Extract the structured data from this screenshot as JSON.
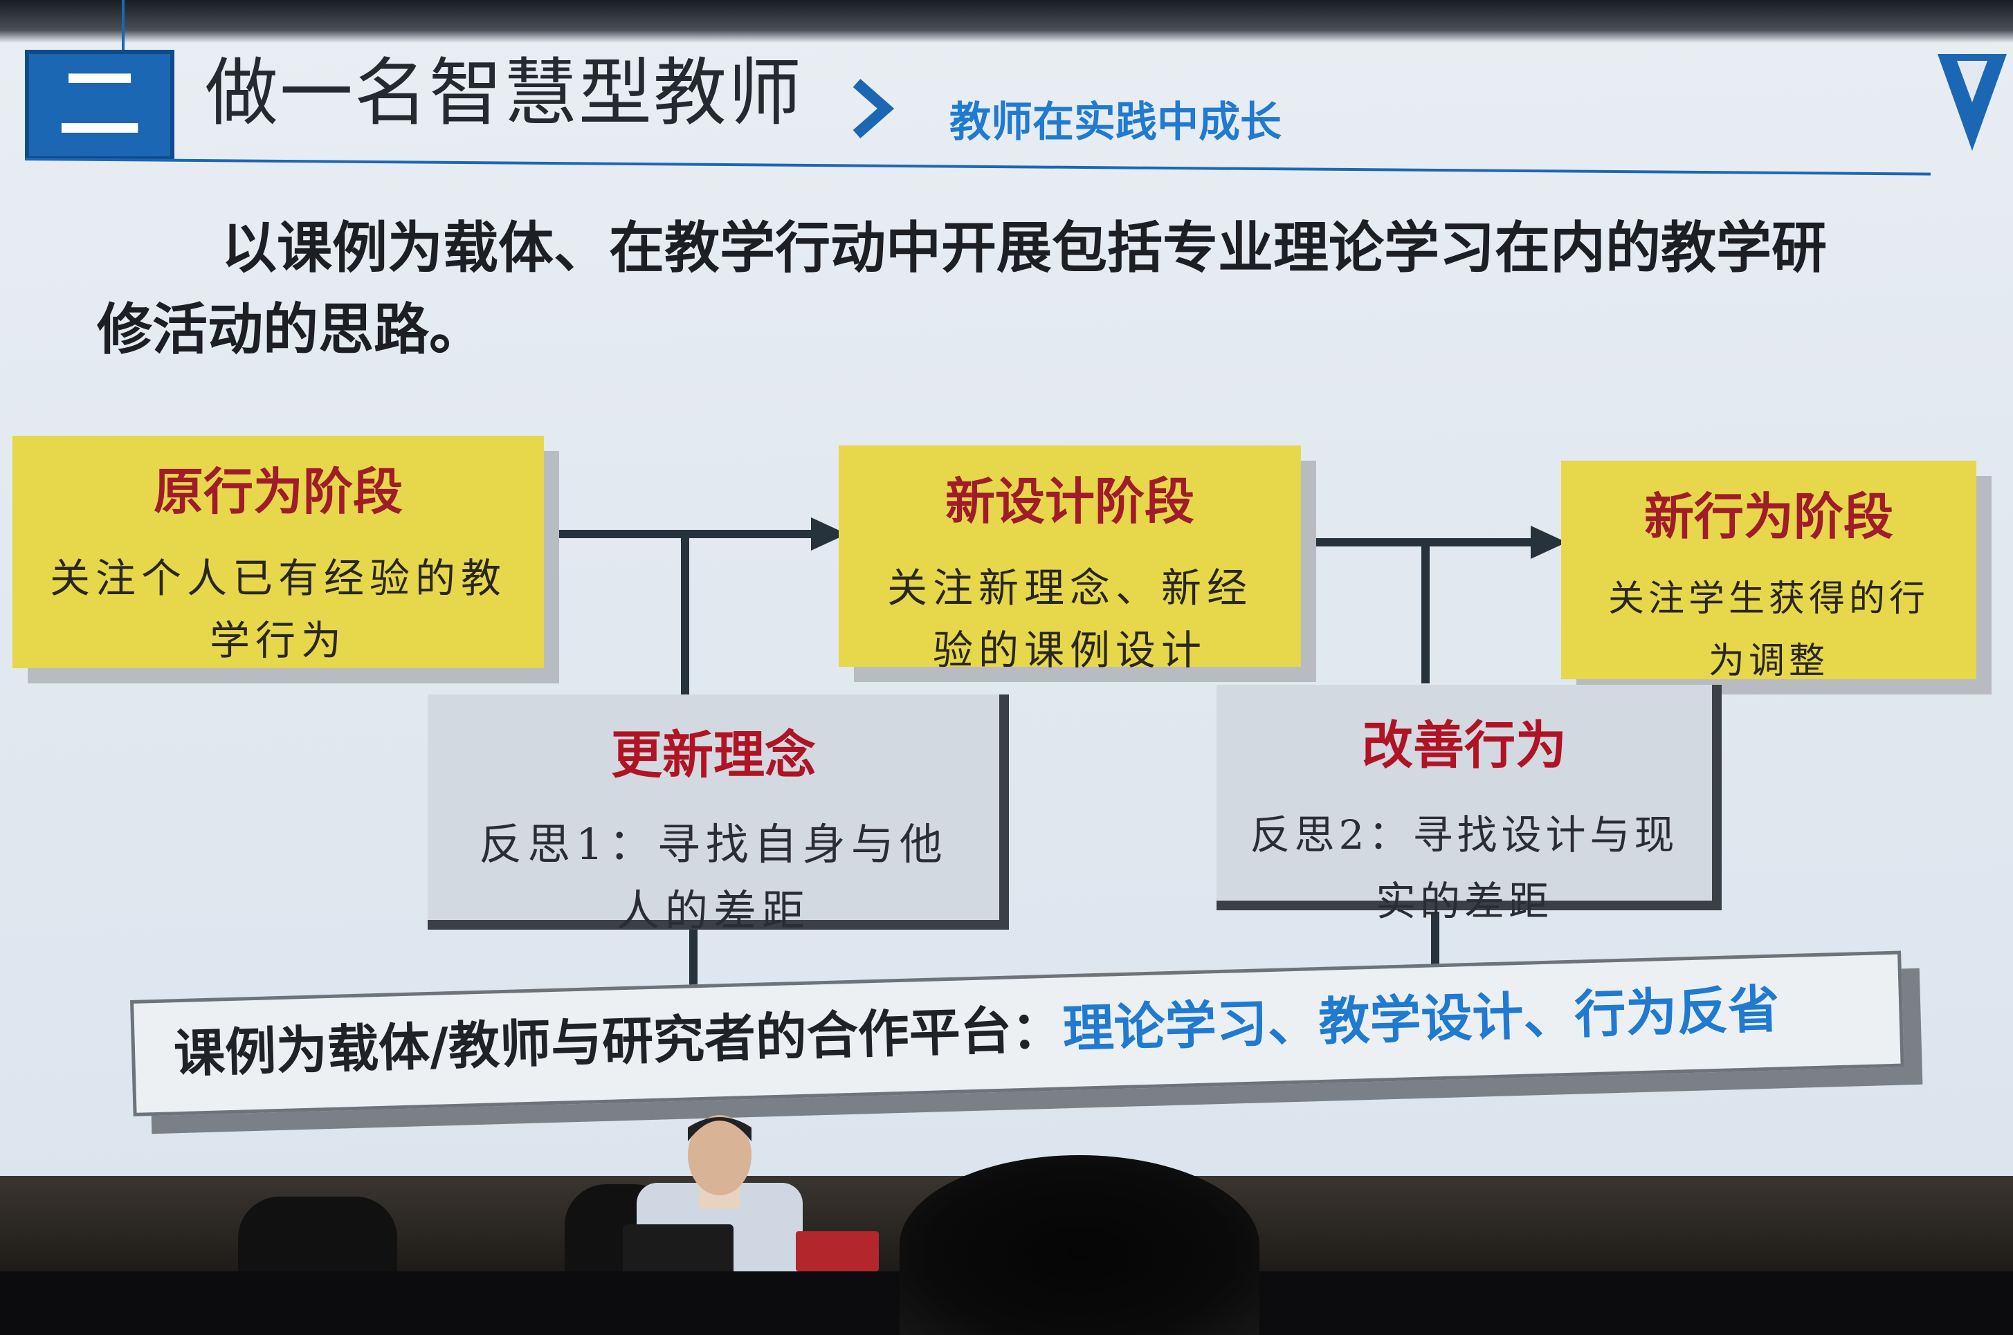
{
  "slide": {
    "section_number": "二",
    "title": "做一名智慧型教师",
    "subtitle": "教师在实践中成长",
    "intro": "以课例为载体、在教学行动中开展包括专业理论学习在内的教学研修活动的思路。"
  },
  "stages": [
    {
      "title": "原行为阶段",
      "desc": "关注个人已有经验的教学行为"
    },
    {
      "title": "新设计阶段",
      "desc": "关注新理念、新经验的课例设计"
    },
    {
      "title": "新行为阶段",
      "desc": "关注学生获得的行为调整"
    }
  ],
  "reflections": [
    {
      "title": "更新理念",
      "desc": "反思1：寻找自身与他人的差距"
    },
    {
      "title": "改善行为",
      "desc": "反思2：寻找设计与现实的差距"
    }
  ],
  "platform": {
    "label": "课例为载体/教师与研究者的合作平台：",
    "items": "理论学习、教学设计、行为反省"
  },
  "colors": {
    "brand_blue": "#1b67b3",
    "subtitle_blue": "#1f7ad0",
    "stage_yellow": "#e6d84a",
    "stage_title_red": "#a01c2a",
    "reflect_title_red": "#b01324"
  }
}
